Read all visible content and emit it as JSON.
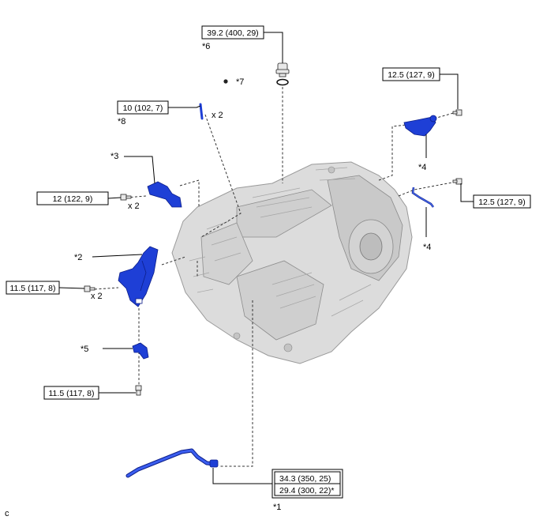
{
  "torque_specs": {
    "t1_line1": "34.3 (350, 25)",
    "t1_line2": "29.4 (300, 22)*",
    "t2a": "11.5 (117, 8)",
    "t2b": "11.5 (117, 8)",
    "t3": "12 (122, 9)",
    "t4a": "12.5 (127, 9)",
    "t4b": "12.5 (127, 9)",
    "t6": "39.2 (400, 29)",
    "t8": "10 (102, 7)"
  },
  "callouts": {
    "c1": "*1",
    "c2": "*2",
    "c3": "*3",
    "c4a": "*4",
    "c4b": "*4",
    "c5": "*5",
    "c6": "*6",
    "c7": "*7",
    "c8": "*8"
  },
  "quantities": {
    "q8": "x 2",
    "q3": "x 2",
    "q2": "x 2"
  },
  "corner_letter": "c",
  "colors": {
    "part_blue": "#1e3fd6",
    "transaxle_gray": "#d9d9d9"
  }
}
